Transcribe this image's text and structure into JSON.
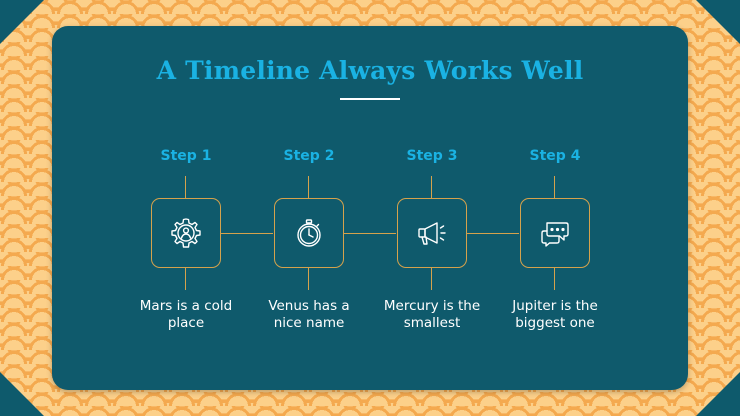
{
  "slide": {
    "title": "A Timeline Always Works Well",
    "steps": [
      {
        "label": "Step 1",
        "icon": "gear-person-icon",
        "desc_lines": [
          "Mars is a cold",
          "place"
        ]
      },
      {
        "label": "Step 2",
        "icon": "stopwatch-icon",
        "desc_lines": [
          "Venus has a",
          "nice name"
        ]
      },
      {
        "label": "Step 3",
        "icon": "megaphone-icon",
        "desc_lines": [
          "Mercury is the",
          "smallest"
        ]
      },
      {
        "label": "Step 4",
        "icon": "chat-bubbles-icon",
        "desc_lines": [
          "Jupiter is the",
          "biggest one"
        ]
      }
    ]
  },
  "colors": {
    "panel": "#0f5a6c",
    "accent": "#1ab2e3",
    "line": "#d5a24c",
    "background": "#f6b25c"
  }
}
